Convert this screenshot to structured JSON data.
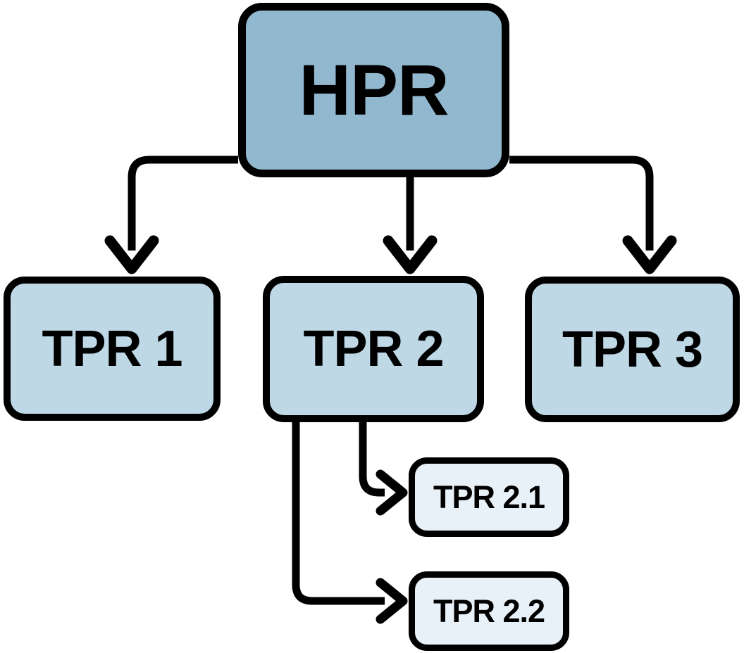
{
  "diagram": {
    "type": "hierarchy-flowchart",
    "background": "#ffffff",
    "stroke_color": "#000000",
    "nodes": {
      "hpr": {
        "label": "HPR",
        "fill": "#92b8d0"
      },
      "tpr1": {
        "label": "TPR 1",
        "fill": "#bed8e6"
      },
      "tpr2": {
        "label": "TPR 2",
        "fill": "#bed8e6"
      },
      "tpr3": {
        "label": "TPR 3",
        "fill": "#bed8e6"
      },
      "tpr21": {
        "label": "TPR 2.1",
        "fill": "#e9f1f8"
      },
      "tpr22": {
        "label": "TPR 2.2",
        "fill": "#e9f1f8"
      }
    },
    "edges": [
      {
        "from": "HPR",
        "to": "TPR 1"
      },
      {
        "from": "HPR",
        "to": "TPR 2"
      },
      {
        "from": "HPR",
        "to": "TPR 3"
      },
      {
        "from": "TPR 2",
        "to": "TPR 2.1"
      },
      {
        "from": "TPR 2",
        "to": "TPR 2.2"
      }
    ]
  }
}
